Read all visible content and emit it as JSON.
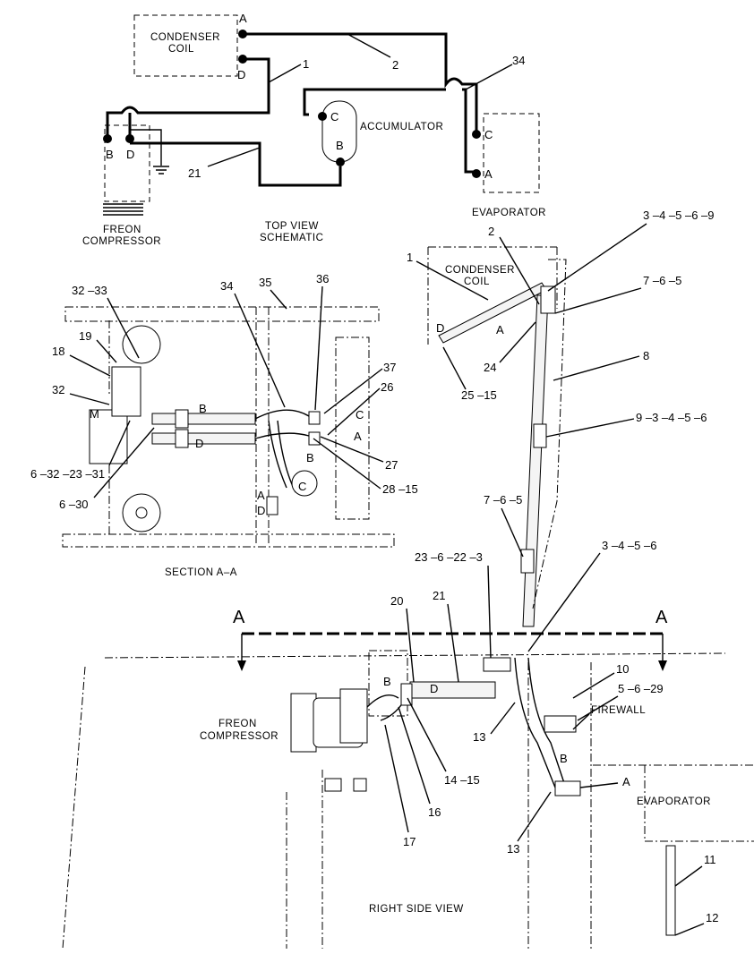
{
  "schematic": {
    "condenser_coil": [
      "CONDENSER",
      "COIL"
    ],
    "accumulator": "ACCUMULATOR",
    "evaporator": "EVAPORATOR",
    "compressor": [
      "FREON",
      "COMPRESSOR"
    ],
    "title": [
      "TOP VIEW",
      "SCHEMATIC"
    ],
    "ports": {
      "condenser_a": "A",
      "condenser_d": "D",
      "acc_c": "C",
      "acc_b": "B",
      "evap_c": "C",
      "evap_a": "A",
      "comp_b": "B",
      "comp_d": "D"
    },
    "callouts": {
      "c1": "1",
      "c2": "2",
      "c21": "21",
      "c34": "34"
    }
  },
  "section": {
    "title": "SECTION A–A",
    "letters": {
      "b1": "B",
      "d1": "D",
      "b2": "B",
      "c1": "C",
      "a1": "A",
      "d2": "D",
      "c2": "C",
      "a2": "A",
      "m": "M"
    },
    "callouts": {
      "c32_33": "32 –33",
      "c19": "19",
      "c18": "18",
      "c32": "32",
      "c6_32_23_31": "6 –32 –23 –31",
      "c6_30": "6 –30",
      "c34": "34",
      "c35": "35",
      "c36": "36",
      "c37": "37",
      "c26": "26",
      "c27": "27",
      "c28_15": "28 –15"
    }
  },
  "condenser_view": {
    "coil": [
      "CONDENSER",
      "COIL"
    ],
    "letters": {
      "d": "D",
      "a": "A"
    },
    "callouts": {
      "c2": "2",
      "c1": "1",
      "c3_9": "3 –4 –5 –6 –9",
      "c7_6_5a": "7 –6 –5",
      "c8": "8",
      "c24": "24",
      "c25_15": "25 –15",
      "c9_6": "9 –3 –4 –5 –6",
      "c7_6_5b": "7 –6 –5",
      "c3_6": "3 –4 –5 –6",
      "c23_3": "23 –6 –22 –3"
    }
  },
  "side_view": {
    "title": "RIGHT SIDE VIEW",
    "compressor": [
      "FREON",
      "COMPRESSOR"
    ],
    "firewall": "FIREWALL",
    "evaporator": "EVAPORATOR",
    "section_marks": {
      "left": "A",
      "right": "A"
    },
    "letters": {
      "b1": "B",
      "d1": "D",
      "b2": "B",
      "a1": "A"
    },
    "callouts": {
      "c20": "20",
      "c21": "21",
      "c10": "10",
      "c5_29": "5 –6 –29",
      "c13a": "13",
      "c14_15": "14 –15",
      "c16": "16",
      "c17": "17",
      "c13b": "13",
      "c11": "11",
      "c12": "12"
    }
  }
}
